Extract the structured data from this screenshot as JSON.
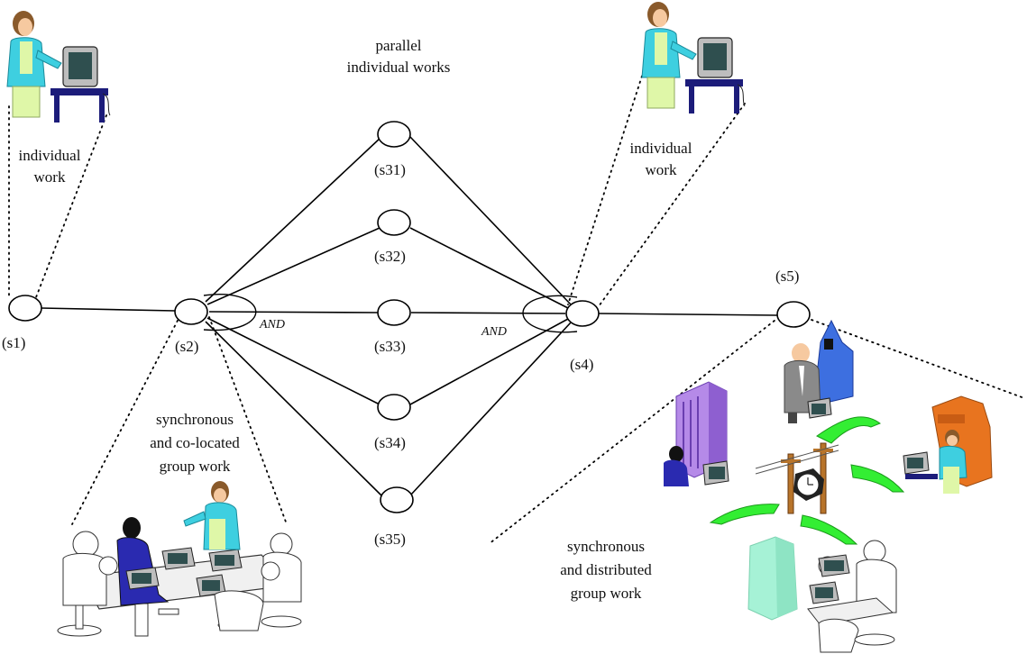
{
  "nodes": {
    "s1": "(s1)",
    "s2": "(s2)",
    "s31": "(s31)",
    "s32": "(s32)",
    "s33": "(s33)",
    "s34": "(s34)",
    "s35": "(s35)",
    "s4": "(s4)",
    "s5": "(s5)"
  },
  "and_labels": {
    "split": "AND",
    "join": "AND"
  },
  "captions": {
    "parallel_line1": "parallel",
    "parallel_line2": "individual works",
    "individual_left_line1": "individual",
    "individual_left_line2": "work",
    "individual_right_line1": "individual",
    "individual_right_line2": "work",
    "colocated_line1": "synchronous",
    "colocated_line2": "and co-located",
    "colocated_line3": "group work",
    "distributed_line1": "synchronous",
    "distributed_line2": "and distributed",
    "distributed_line3": "group work"
  },
  "colors": {
    "shirt": "#3ecfe0",
    "monitor": "#2f4f4f",
    "desk": "#1c1c7a",
    "arrow_green": "#33ee33",
    "building_purple": "#b58ae8",
    "building_blue": "#3d6fe0",
    "building_orange": "#e8741f",
    "building_mint": "#a6f2d6",
    "suit_dark": "#2a2ab0",
    "suit_grey": "#8a8a8a"
  }
}
